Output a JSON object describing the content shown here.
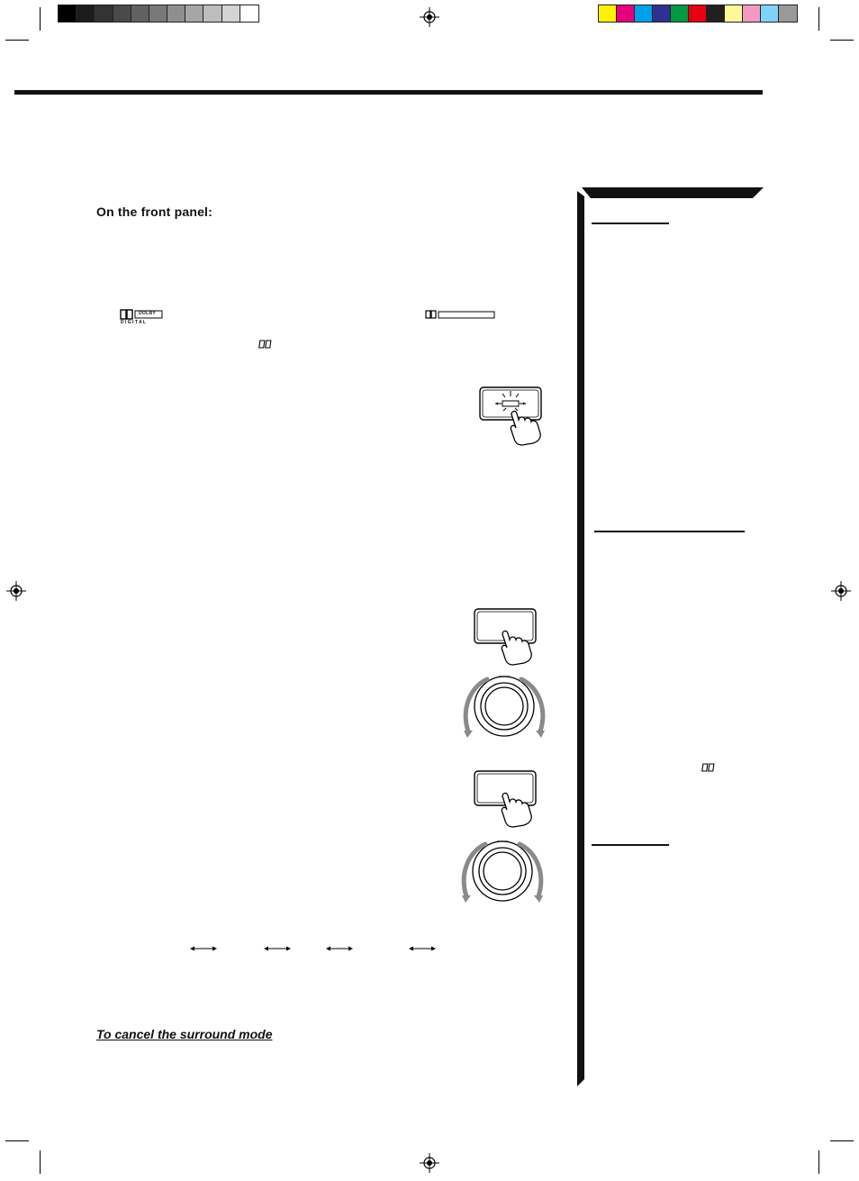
{
  "colors": {
    "grayscale_strip": [
      "#000000",
      "#1c1c1c",
      "#333333",
      "#4a4a4a",
      "#616161",
      "#787878",
      "#8f8f8f",
      "#a6a6a6",
      "#bdbdbd",
      "#d4d4d4",
      "#ffffff"
    ],
    "color_strip": [
      "#fff200",
      "#e6007e",
      "#00a0e9",
      "#2e3192",
      "#009944",
      "#e60012",
      "#231f20",
      "#fff799",
      "#f49ac1",
      "#7fd3f7",
      "#999999"
    ],
    "rule": "#111111",
    "knob_arrow": "#8a8a8a"
  },
  "content": {
    "front_panel_heading": "On the front panel:",
    "cancel_surround_heading": "To cancel the surround mode",
    "dolby_logo_top": "DOLBY",
    "dolby_logo_bottom": "D I G I T A L"
  },
  "icons": [
    "registration-mark-icon",
    "dolby-digital-logo-icon",
    "dolby-dd-symbol-icon",
    "dolby-indicator-bar-icon",
    "button-press-hand-icon",
    "rotary-knob-icon",
    "double-arrow-icon"
  ]
}
